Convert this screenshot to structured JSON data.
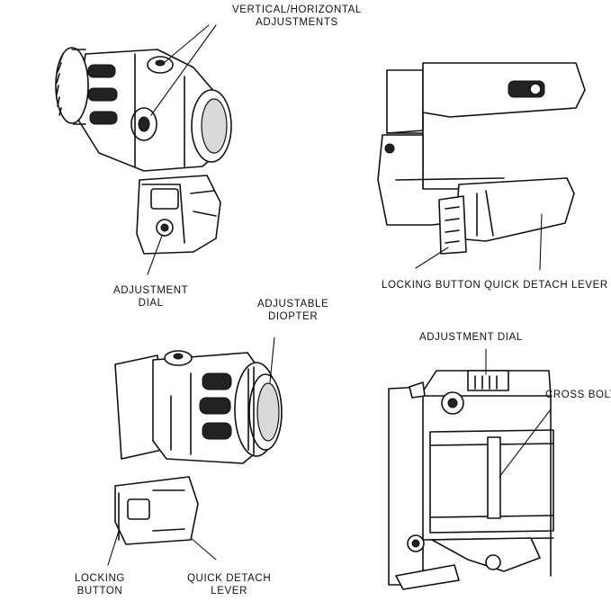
{
  "panels": {
    "top_left": {
      "label_adjustments": [
        "Vertical/horizontal",
        "adjustments"
      ],
      "label_dial": [
        "Adjustment",
        "dial"
      ]
    },
    "top_right": {
      "label_locking": "Locking button",
      "label_lever": "Quick detach lever"
    },
    "bottom_left": {
      "label_diopter": [
        "Adjustable",
        "Diopter"
      ],
      "label_locking": [
        "Locking",
        "button"
      ],
      "label_lever": [
        "Quick detach",
        "lever"
      ]
    },
    "bottom_right": {
      "label_dial": "Adjustment dial",
      "label_crossbolt": "Cross Bolt"
    }
  }
}
